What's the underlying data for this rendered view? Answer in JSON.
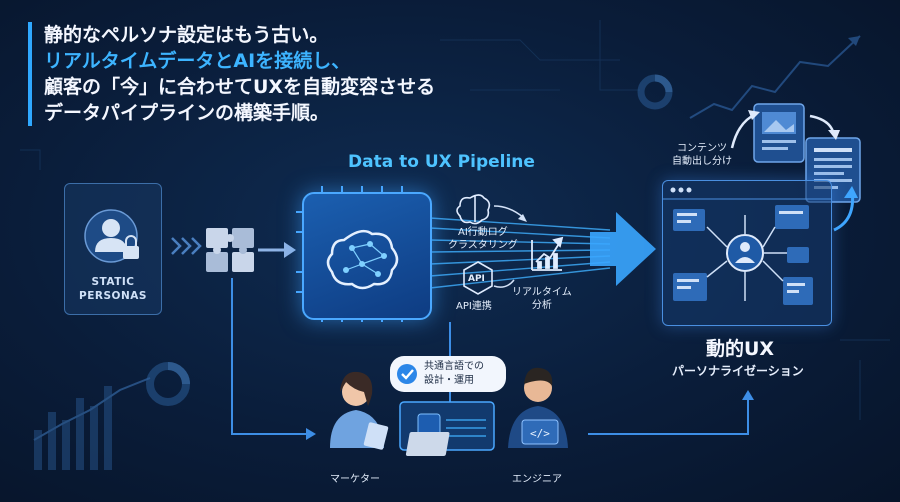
{
  "title": {
    "line1": "静的なペルソナ設定はもう古い。",
    "line2": "リアルタイムデータとAIを接続し、",
    "line3": "顧客の「今」に合わせてUXを自動変容させる",
    "line4": "データパイプラインの構築手順。"
  },
  "pipeline_label": "Data to UX Pipeline",
  "persona": {
    "line1": "STATIC",
    "line2": "PERSONAS"
  },
  "features": {
    "ai_clustering": {
      "line1": "AI行動ログ",
      "line2": "クラスタリング"
    },
    "api_badge": "API",
    "api_link": "API連携",
    "realtime": {
      "line1": "リアルタイム",
      "line2": "分析"
    }
  },
  "content": {
    "line1": "コンテンツ",
    "line2": "自動出し分け"
  },
  "output": {
    "title": "動的UX",
    "subtitle": "パーソナライゼーション"
  },
  "collaboration": {
    "line1": "共通言語での",
    "line2": "設計・運用"
  },
  "people": {
    "marketer": "マーケター",
    "engineer": "エンジニア"
  },
  "colors": {
    "accent": "#3db4ff",
    "background": "#0a1d3a",
    "panel_border": "#4a8fe0"
  }
}
